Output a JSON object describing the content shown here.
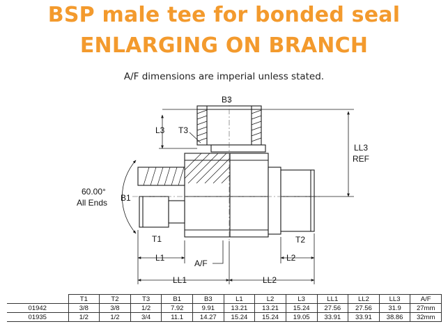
{
  "title": {
    "line1": "BSP male tee for bonded seal",
    "line2": "ENLARGING ON BRANCH"
  },
  "subtitle": "A/F dimensions are imperial unless stated.",
  "drawing": {
    "labels": {
      "B3": "B3",
      "L3": "L3",
      "T3": "T3",
      "LL3": "LL3",
      "REF": "REF",
      "angle": "60.00°",
      "all_ends": "All Ends",
      "B1": "B1",
      "T1": "T1",
      "T2": "T2",
      "L1": "L1",
      "AF": "A/F",
      "L2": "L2",
      "LL1": "LL1",
      "LL2": "LL2"
    }
  },
  "table": {
    "headers": [
      "",
      "T1",
      "T2",
      "T3",
      "B1",
      "B3",
      "L1",
      "L2",
      "L3",
      "LL1",
      "LL2",
      "LL3",
      "A/F"
    ],
    "rows": [
      [
        "01942",
        "3/8",
        "3/8",
        "1/2",
        "7.92",
        "9.91",
        "13.21",
        "13.21",
        "15.24",
        "27.56",
        "27.56",
        "31.9",
        "27mm"
      ],
      [
        "01935",
        "1/2",
        "1/2",
        "3/4",
        "11.1",
        "14.27",
        "15.24",
        "15.24",
        "19.05",
        "33.91",
        "33.91",
        "38.86",
        "32mm"
      ]
    ]
  },
  "colors": {
    "title": "#f39a2d",
    "line": "#1a1a1a"
  }
}
